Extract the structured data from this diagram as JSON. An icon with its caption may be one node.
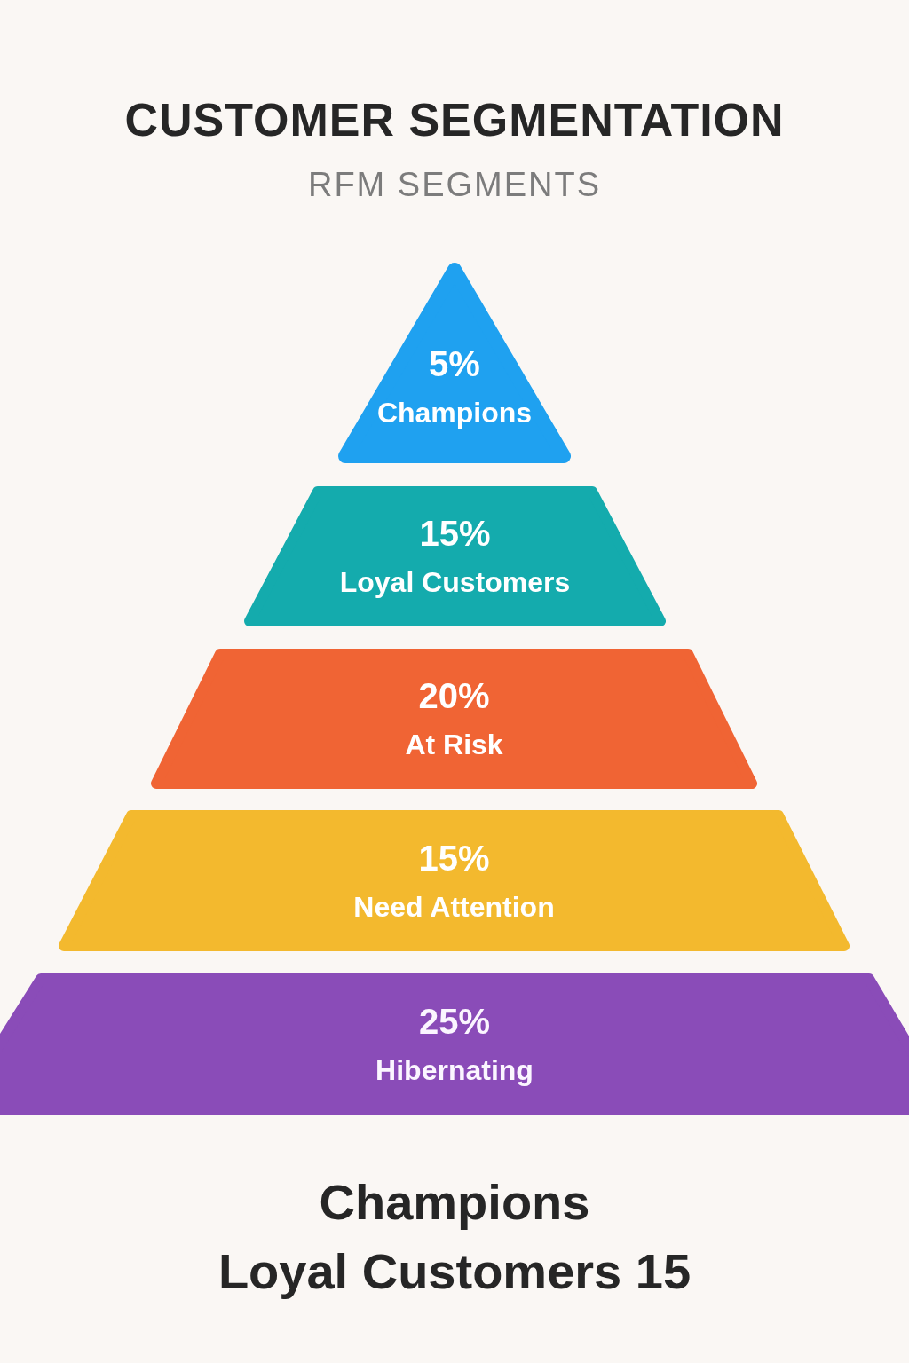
{
  "diagram": {
    "title": "CUSTOMER SEGMENTATION",
    "nodes": [
      {
        "text": [
          "5%",
          "Champions"
        ]
      },
      {
        "text": [
          "15%",
          "Loyal Customers"
        ]
      },
      {
        "text": [
          "20%",
          "At Risk"
        ]
      },
      {
        "text": [
          "15%",
          "Need Attention"
        ]
      },
      {
        "text": [
          "25%",
          "Hibernating"
        ]
      }
    ],
    "labels": [
      "RFM SEGMENTS",
      "Champions",
      "Loyal Customers 15"
    ]
  }
}
